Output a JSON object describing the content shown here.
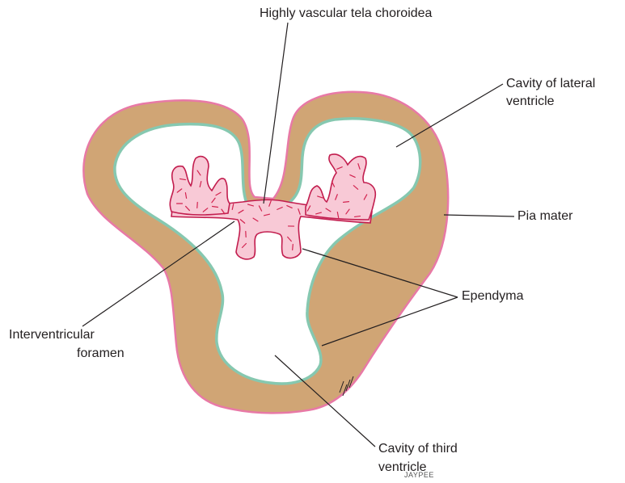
{
  "labels": {
    "tela": "Highly vascular tela choroidea",
    "lateral_line1": "Cavity of lateral",
    "lateral_line2": "ventricle",
    "pia": "Pia mater",
    "ependyma": "Ependyma",
    "foramen_line1": "Interventricular",
    "foramen_line2": "foramen",
    "third_line1": "Cavity of third",
    "third_line2": "ventricle"
  },
  "watermark": "JAYPEE",
  "colors": {
    "brain_wall": "#d0a575",
    "pia_mater": "#e879a6",
    "ependyma": "#86c8b0",
    "tela_fill": "#f8c9d6",
    "tela_outline": "#c21d4e",
    "vessel": "#d2234f",
    "leader_line": "#231f20"
  }
}
